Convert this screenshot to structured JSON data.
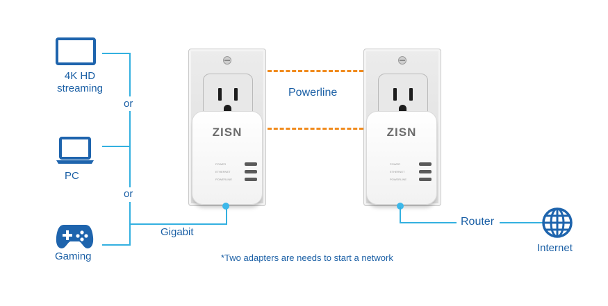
{
  "devices": {
    "tv": "4K HD\nstreaming",
    "pc": "PC",
    "gaming": "Gaming"
  },
  "or_labels": [
    "or",
    "or"
  ],
  "connections": {
    "powerline": "Powerline",
    "gigabit": "Gigabit",
    "router": "Router",
    "internet": "Internet"
  },
  "adapters": [
    {
      "brand": "ZISN",
      "leds": [
        "POWER",
        "ETHERNET",
        "POWERLINE"
      ]
    },
    {
      "brand": "ZISN",
      "leds": [
        "POWER",
        "ETHERNET",
        "POWERLINE"
      ]
    }
  ],
  "footnote": "*Two adapters are needs to start a network",
  "colors": {
    "label": "#1a5fa5",
    "wire": "#33b0e0",
    "powerline_dash": "#f08a1c",
    "icon_blue": "#1e64ad"
  },
  "icons": [
    "tv-icon",
    "laptop-icon",
    "gamepad-icon",
    "globe-icon"
  ]
}
